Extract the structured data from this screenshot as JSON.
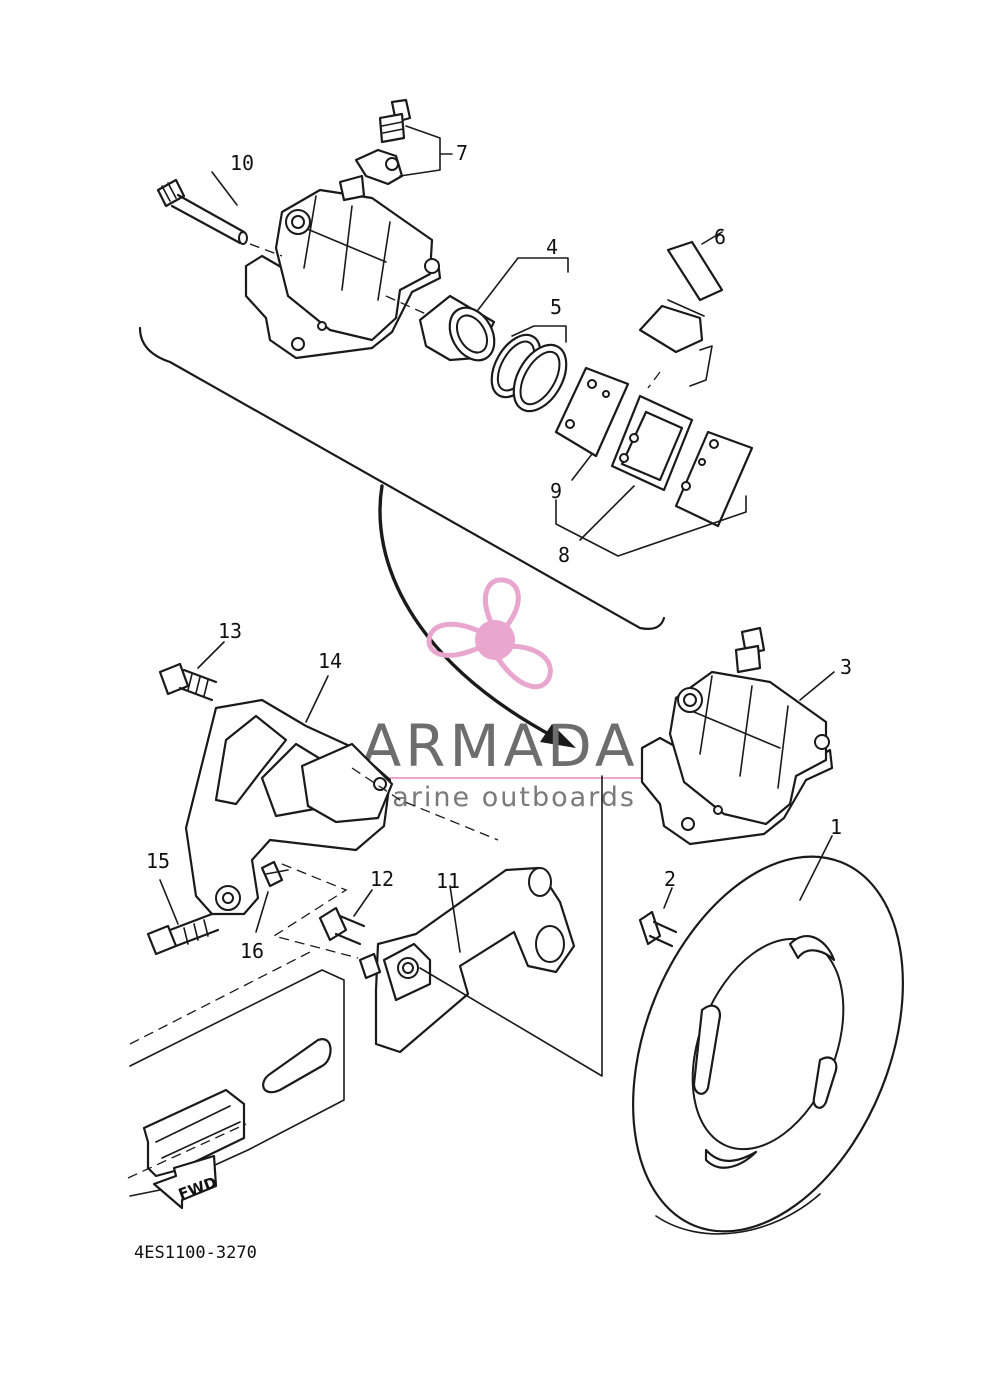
{
  "diagram": {
    "code": "4ES1100-3270",
    "fwd_label": "FWD",
    "callouts": [
      "1",
      "2",
      "3",
      "4",
      "5",
      "6",
      "7",
      "8",
      "9",
      "10",
      "11",
      "12",
      "13",
      "14",
      "15",
      "16"
    ]
  },
  "watermark": {
    "brand": "ARMADA",
    "tagline": "marine outboards",
    "accent_color": "#e9a6cf",
    "text_color": "#6d6d6d"
  }
}
